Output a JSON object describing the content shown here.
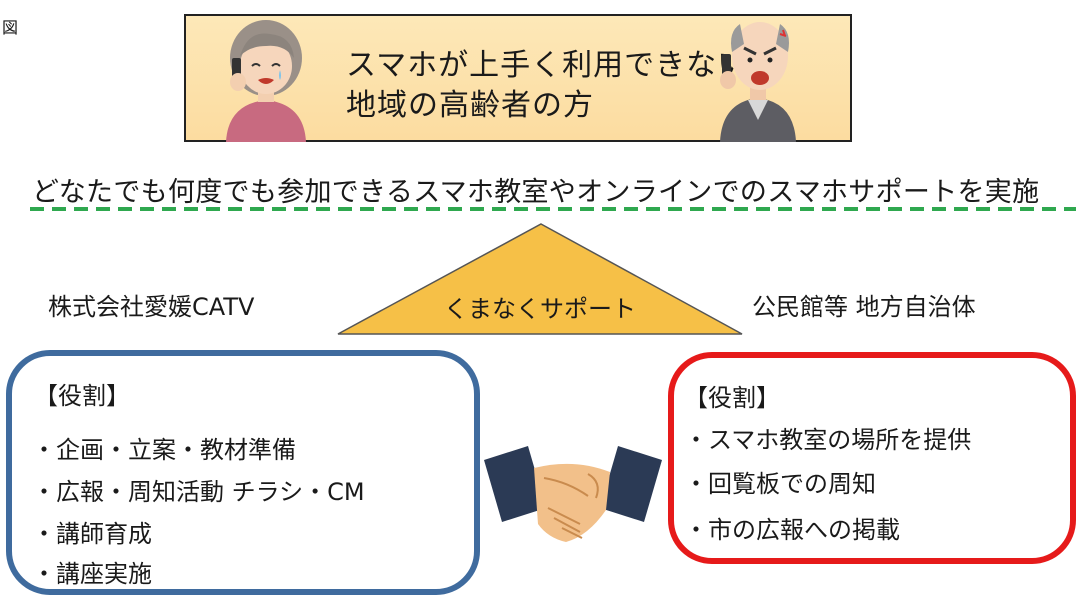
{
  "figure_label": "図",
  "banner": {
    "line1": "スマホが上手く利用できない",
    "line2": "地域の高齢者の方"
  },
  "headline": "どなたでも何度でも参加できるスマホ教室やオンラインでのスマホサポートを実施",
  "center_label": "くまなくサポート",
  "left_party": "株式会社愛媛CATV",
  "right_party": "公民館等 地方自治体",
  "left_roles": {
    "title": "【役割】",
    "items": [
      "・企画・立案・教材準備",
      "・広報・周知活動 チラシ・CM",
      "・講師育成",
      "・講座実施"
    ]
  },
  "right_roles": {
    "title": "【役割】",
    "items": [
      "・スマホ教室の場所を提供",
      "・回覧板での周知",
      "・市の広報への掲載"
    ]
  },
  "colors": {
    "banner_bg": "#fde8b8",
    "triangle": "#f6c047",
    "dashed_line": "#2fa84f",
    "left_border": "#3f6b9e",
    "right_border": "#e61a1a"
  },
  "icons": [
    "elderly-woman-phone-icon",
    "elderly-man-phone-icon",
    "handshake-icon"
  ]
}
